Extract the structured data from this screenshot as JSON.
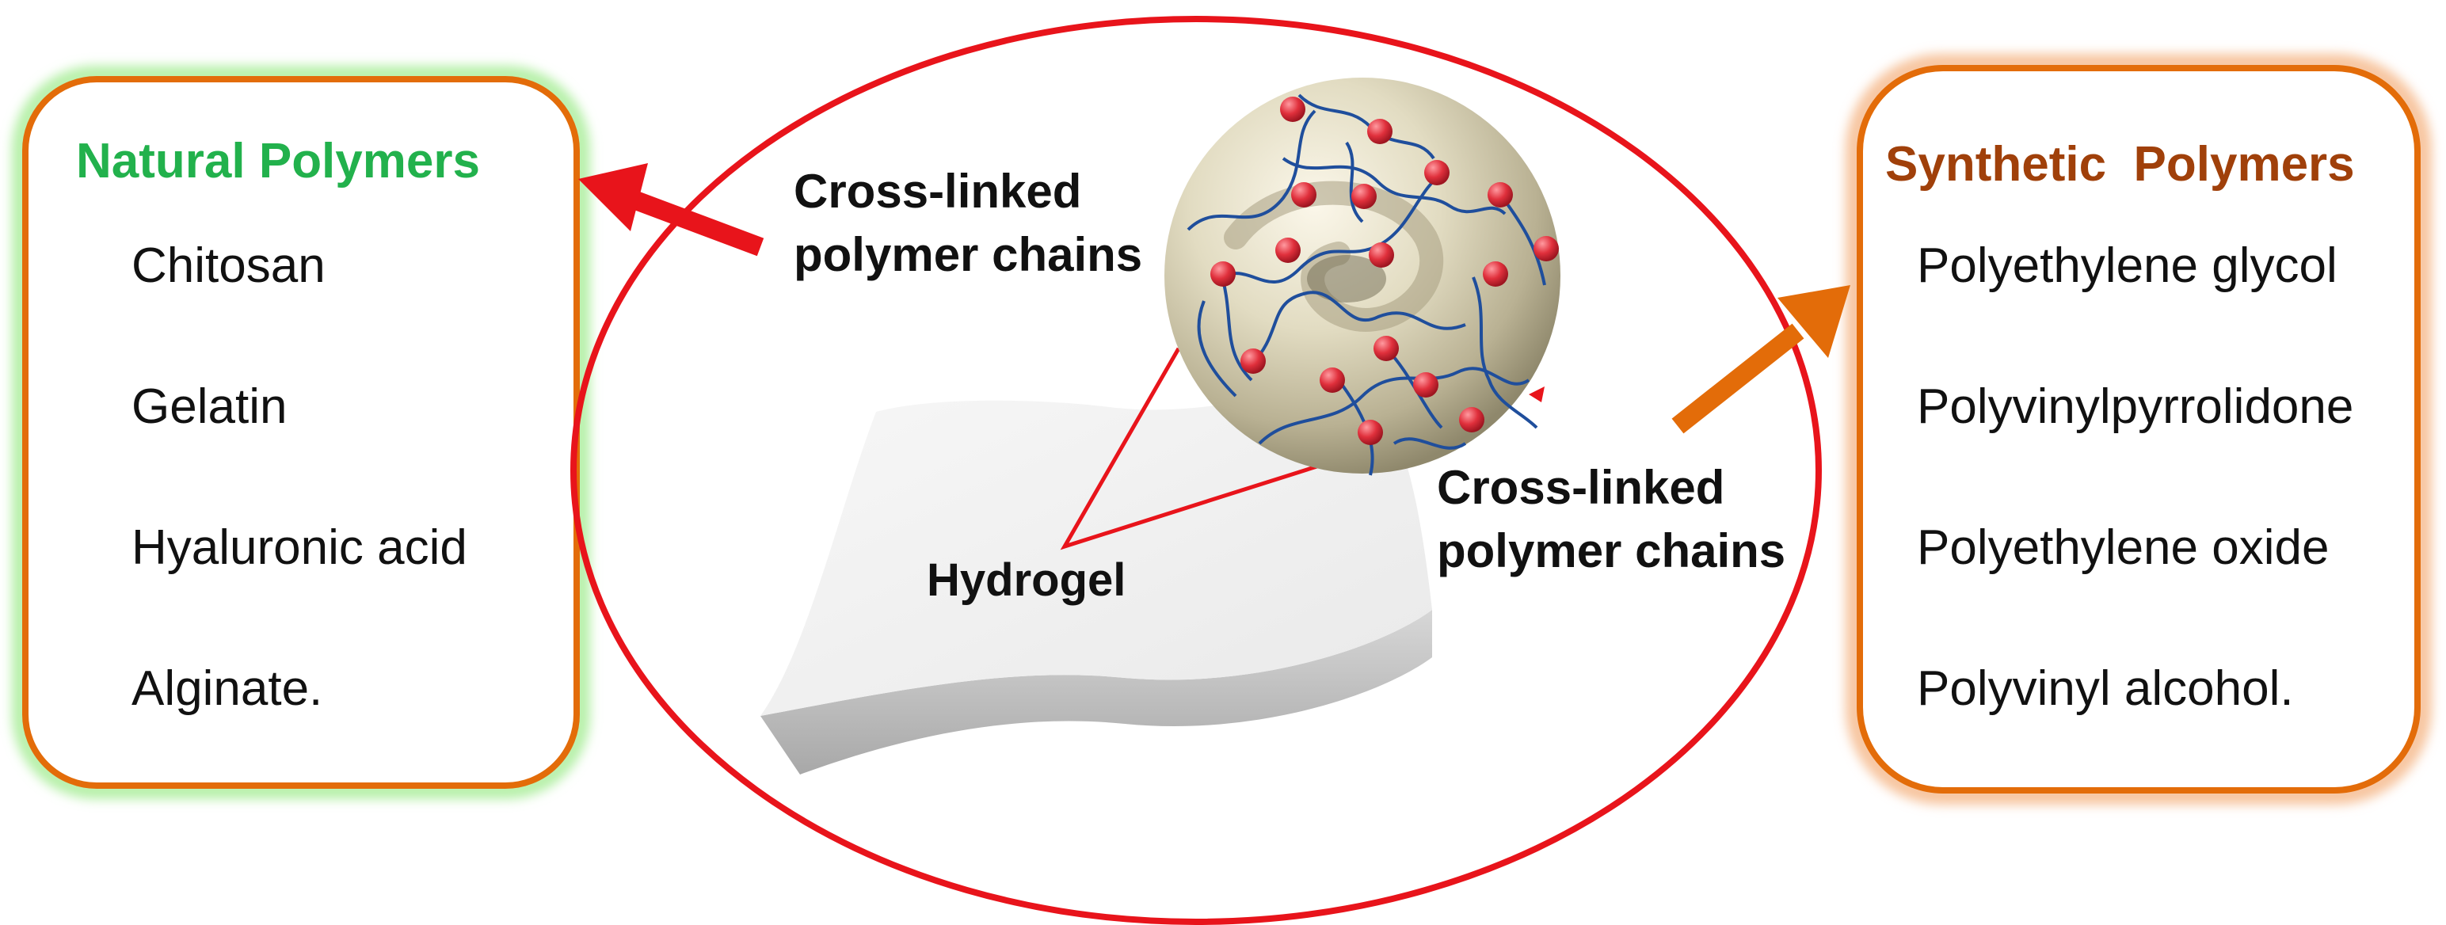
{
  "left_box": {
    "title": "Natural Polymers",
    "items": [
      "Chitosan",
      "Gelatin",
      "Hyaluronic acid",
      "Alginate."
    ]
  },
  "right_box": {
    "title": "Synthetic  Polymers",
    "items": [
      "Polyethylene glycol",
      "Polyvinylpyrrolidone",
      "Polyethylene oxide",
      "Polyvinyl alcohol."
    ]
  },
  "center": {
    "label_top_line1": "Cross-linked",
    "label_top_line2": "polymer chains",
    "label_right_line1": "Cross-linked",
    "label_right_line2": "polymer chains",
    "label_hydrogel": "Hydrogel"
  },
  "colors": {
    "natural_title": "#22b14c",
    "synthetic_title": "#a0400a",
    "box_border": "#e36c09",
    "natural_glow": "#b6f0a8",
    "synthetic_glow": "#f7c59f",
    "ellipse": "#e8141b",
    "left_arrow": "#e8141b",
    "right_arrow": "#e36c09",
    "crosslink": "#d9303a",
    "chain": "#1f4e9c"
  }
}
